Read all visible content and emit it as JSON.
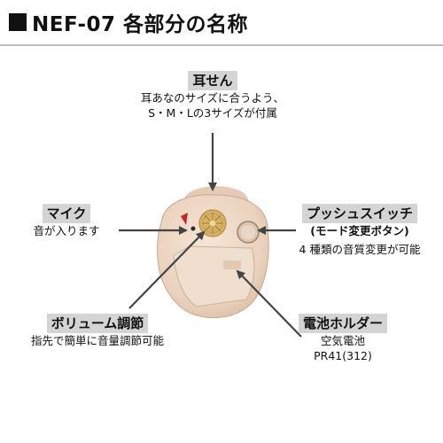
{
  "title": "NEF-07 各部分の名称",
  "labels": {
    "eartip": {
      "name": "耳せん",
      "lines": [
        "耳あなのサイズに合うよう、",
        "S・M・Lの3サイズが付属"
      ]
    },
    "mic": {
      "name": "マイク",
      "lines": [
        "音が入ります"
      ]
    },
    "switch": {
      "name": "プッシュスイッチ",
      "lines": [
        "(モード変更ボタン)",
        "4 種類の音質変更が可能"
      ]
    },
    "volume": {
      "name": "ボリューム調節",
      "lines": [
        "指先で簡単に音量調節可能"
      ]
    },
    "battery": {
      "name": "電池ホルダー",
      "lines": [
        "空気電池",
        "PR41(312)"
      ]
    }
  },
  "colors": {
    "arrow": "#444444",
    "body": "#ecd6c2",
    "dial": "#d7b169",
    "label_bg": "#d4d4d4"
  }
}
